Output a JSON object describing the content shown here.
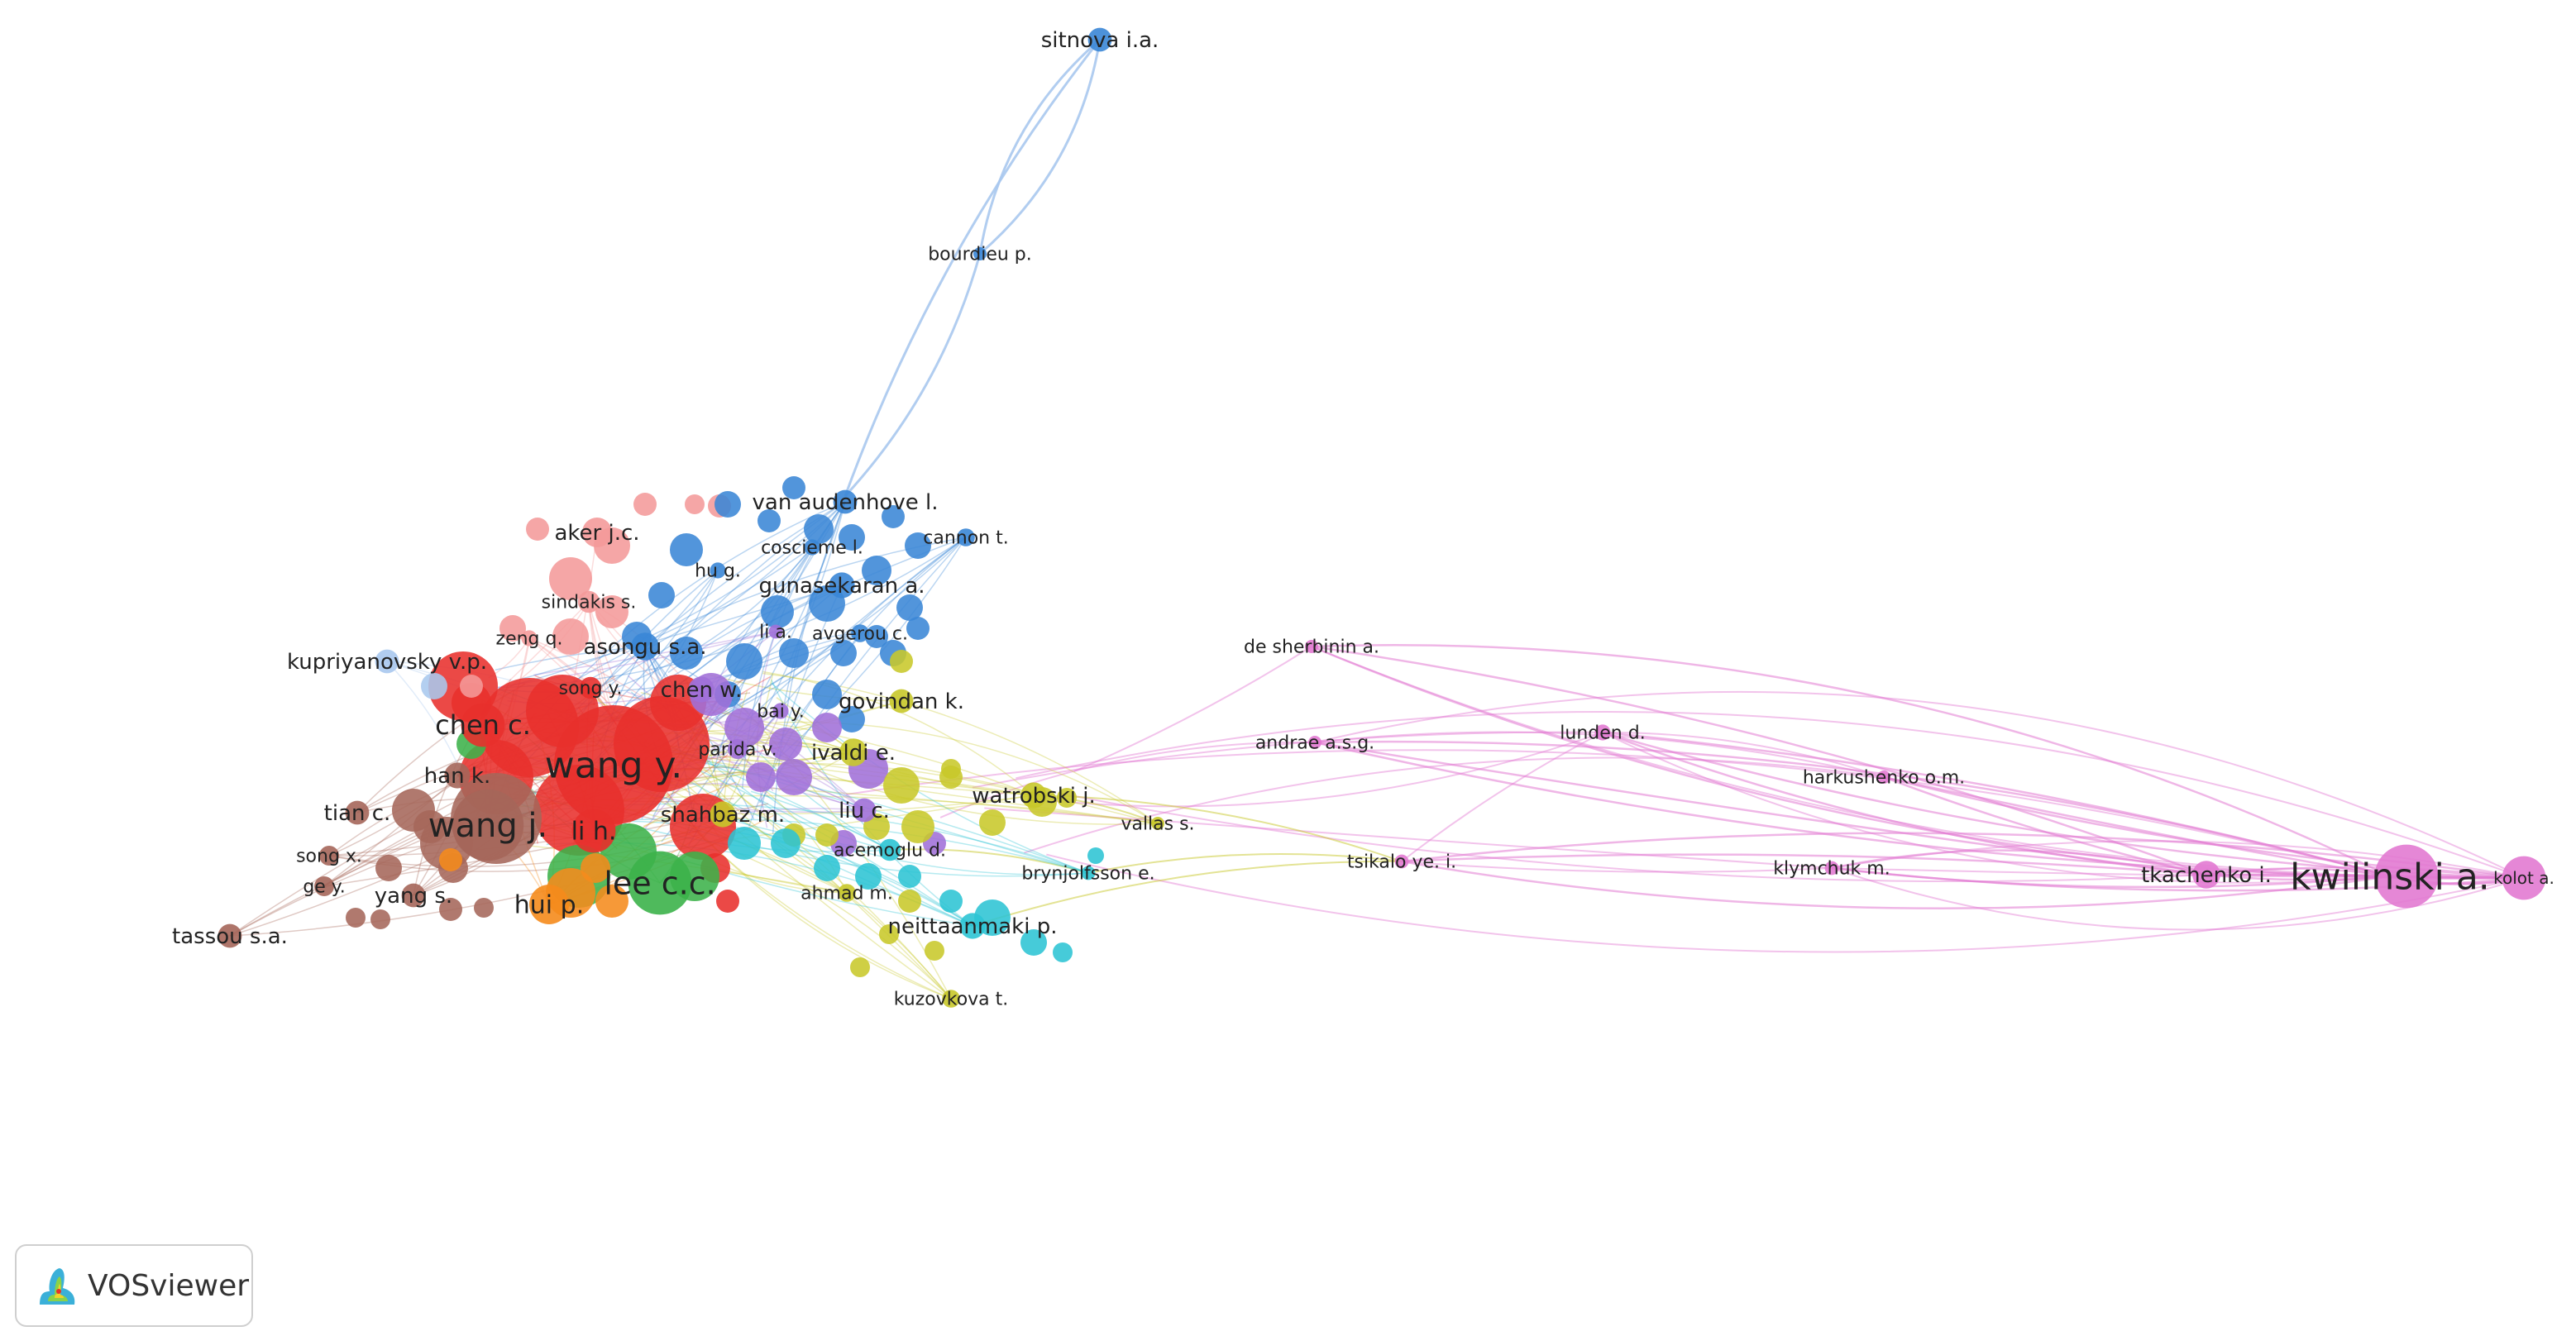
{
  "app": {
    "logo_text": "VOSviewer"
  },
  "clusters": {
    "red": "#e8302c",
    "green": "#3cb24a",
    "blue": "#3a86d6",
    "yellow": "#c8c82a",
    "purple": "#a070d8",
    "cyan": "#2cc4d4",
    "orange": "#f58b1c",
    "brown": "#a5665a",
    "pink": "#f49a9a",
    "magenta": "#e27ad2",
    "lightblue": "#a8c8ee"
  },
  "nodes": [
    {
      "label": "sitnova i.a.",
      "cluster": "blue",
      "weight": 1.2
    },
    {
      "label": "bourdieu p.",
      "cluster": "blue",
      "weight": 0.5
    },
    {
      "label": "van audenhove l.",
      "cluster": "blue",
      "weight": 1.2
    },
    {
      "label": "cannon t.",
      "cluster": "blue",
      "weight": 0.9
    },
    {
      "label": "coscieme l.",
      "cluster": "blue",
      "weight": 0.8
    },
    {
      "label": "hu g.",
      "cluster": "blue",
      "weight": 0.8
    },
    {
      "label": "gunasekaran a.",
      "cluster": "blue",
      "weight": 1.3
    },
    {
      "label": "avgerou c.",
      "cluster": "blue",
      "weight": 0.9
    },
    {
      "label": "aker j.c.",
      "cluster": "pink",
      "weight": 1.5
    },
    {
      "label": "sindakis s.",
      "cluster": "pink",
      "weight": 1.1
    },
    {
      "label": "zeng q.",
      "cluster": "pink",
      "weight": 0.8
    },
    {
      "label": "asongu s.a.",
      "cluster": "blue",
      "weight": 1.4
    },
    {
      "label": "li a.",
      "cluster": "purple",
      "weight": 0.7
    },
    {
      "label": "kupriyanovsky v.p.",
      "cluster": "lightblue",
      "weight": 1.2
    },
    {
      "label": "song y.",
      "cluster": "red",
      "weight": 1.1
    },
    {
      "label": "chen w.",
      "cluster": "purple",
      "weight": 1.3
    },
    {
      "label": "govindan k.",
      "cluster": "yellow",
      "weight": 1.2
    },
    {
      "label": "bai y.",
      "cluster": "purple",
      "weight": 0.8
    },
    {
      "label": "chen c.",
      "cluster": "red",
      "weight": 2.2
    },
    {
      "label": "wang y.",
      "cluster": "red",
      "weight": 6.0
    },
    {
      "label": "parida v.",
      "cluster": "purple",
      "weight": 1.0
    },
    {
      "label": "ivaldi e.",
      "cluster": "yellow",
      "weight": 1.4
    },
    {
      "label": "han k.",
      "cluster": "brown",
      "weight": 1.3
    },
    {
      "label": "watrobski j.",
      "cluster": "yellow",
      "weight": 1.3
    },
    {
      "label": "vallas s.",
      "cluster": "yellow",
      "weight": 0.6
    },
    {
      "label": "tian c.",
      "cluster": "brown",
      "weight": 1.2
    },
    {
      "label": "wang j.",
      "cluster": "brown",
      "weight": 3.6
    },
    {
      "label": "li h.",
      "cluster": "red",
      "weight": 2.2
    },
    {
      "label": "shahbaz m.",
      "cluster": "yellow",
      "weight": 1.3
    },
    {
      "label": "liu c.",
      "cluster": "purple",
      "weight": 1.2
    },
    {
      "label": "acemoglu d.",
      "cluster": "cyan",
      "weight": 1.1
    },
    {
      "label": "brynjolfsson e.",
      "cluster": "cyan",
      "weight": 0.7
    },
    {
      "label": "song x.",
      "cluster": "brown",
      "weight": 1.0
    },
    {
      "label": "ge y.",
      "cluster": "brown",
      "weight": 1.0
    },
    {
      "label": "yang s.",
      "cluster": "brown",
      "weight": 1.2
    },
    {
      "label": "hui p.",
      "cluster": "orange",
      "weight": 2.0
    },
    {
      "label": "lee c.c.",
      "cluster": "green",
      "weight": 3.2
    },
    {
      "label": "ahmad m.",
      "cluster": "yellow",
      "weight": 0.9
    },
    {
      "label": "neittaanmaki p.",
      "cluster": "cyan",
      "weight": 1.3
    },
    {
      "label": "tassou s.a.",
      "cluster": "brown",
      "weight": 1.2
    },
    {
      "label": "kuzovkova t.",
      "cluster": "yellow",
      "weight": 0.9
    },
    {
      "label": "de sherbinin a.",
      "cluster": "magenta",
      "weight": 0.6
    },
    {
      "label": "andrae a.s.g.",
      "cluster": "magenta",
      "weight": 0.6
    },
    {
      "label": "lunden d.",
      "cluster": "magenta",
      "weight": 0.8
    },
    {
      "label": "harkushenko o.m.",
      "cluster": "magenta",
      "weight": 0.6
    },
    {
      "label": "tsikalo ye. i.",
      "cluster": "magenta",
      "weight": 0.7
    },
    {
      "label": "klymchuk m.",
      "cluster": "magenta",
      "weight": 0.7
    },
    {
      "label": "tkachenko i.",
      "cluster": "magenta",
      "weight": 1.4
    },
    {
      "label": "kwilinski a.",
      "cluster": "magenta",
      "weight": 3.2
    },
    {
      "label": "kolot a.",
      "cluster": "magenta",
      "weight": 2.2
    }
  ]
}
